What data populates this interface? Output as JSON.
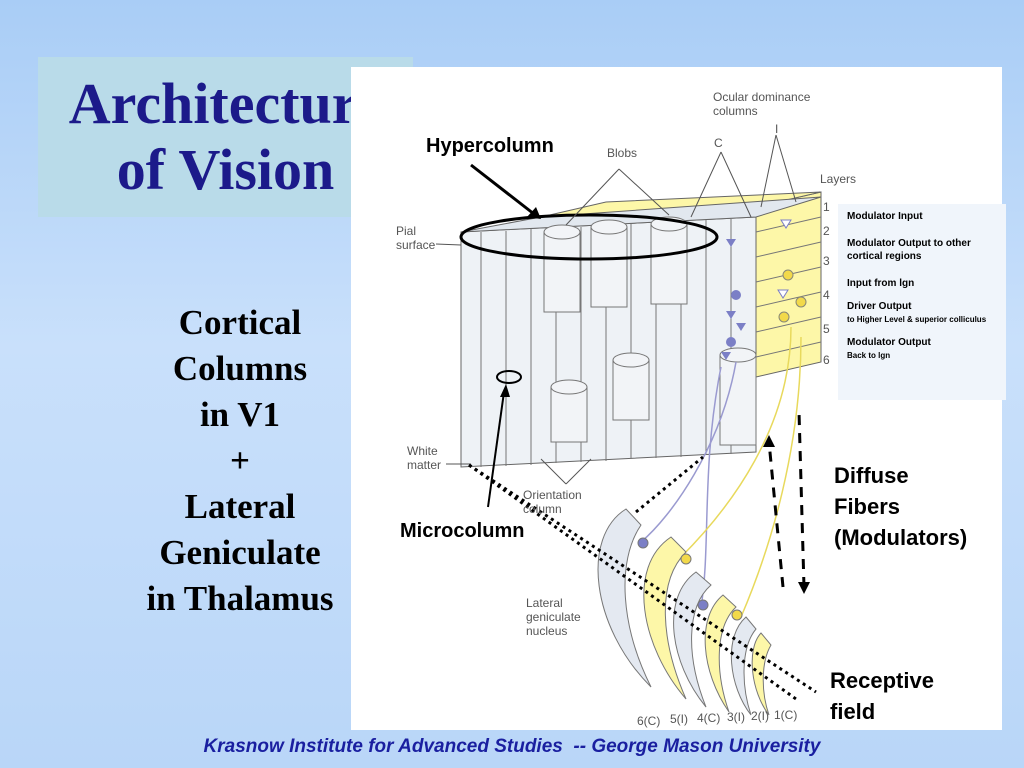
{
  "title": {
    "line1": "Architecture",
    "line2": "of Vision"
  },
  "left_text": [
    "Cortical",
    "Columns",
    "in V1",
    "+",
    "Lateral",
    "Geniculate",
    "in Thalamus"
  ],
  "callouts": {
    "hypercolumn": "Hypercolumn",
    "microcolumn": "Microcolumn",
    "diffuse_fibers": [
      "Diffuse",
      "Fibers",
      "(Modulators)"
    ],
    "receptive_field": [
      "Receptive",
      "field"
    ]
  },
  "legend": [
    {
      "text": "Modulator Input"
    },
    {
      "text": "Modulator Output to other cortical regions"
    },
    {
      "text": "Input from lgn"
    },
    {
      "text": "Driver Output",
      "sub": "to Higher Level & superior colliculus"
    },
    {
      "text": "Modulator Output",
      "sub": "Back to lgn"
    }
  ],
  "figure_labels": {
    "ocular_dominance": [
      "Ocular dominance",
      "columns"
    ],
    "i_top": "I",
    "c_top": "C",
    "blobs": "Blobs",
    "layers": "Layers",
    "pial": [
      "Pial",
      "surface"
    ],
    "white_matter": [
      "White",
      "matter"
    ],
    "orientation": [
      "Orientation",
      "column"
    ],
    "lgn": [
      "Lateral",
      "geniculate",
      "nucleus"
    ],
    "layer_numbers": [
      "1",
      "2",
      "3",
      "4",
      "5",
      "6"
    ],
    "lgn_layers": [
      "6(C)",
      "5(I)",
      "4(C)",
      "3(I)",
      "2(I)",
      "1(C)"
    ]
  },
  "footer": "Krasnow Institute for Advanced Studies  -- George Mason University",
  "colors": {
    "title": "#1c1a8a",
    "footer": "#1a1fa0",
    "yellow": "#fdf7a8",
    "marker_blue": "#7b7fc6"
  }
}
